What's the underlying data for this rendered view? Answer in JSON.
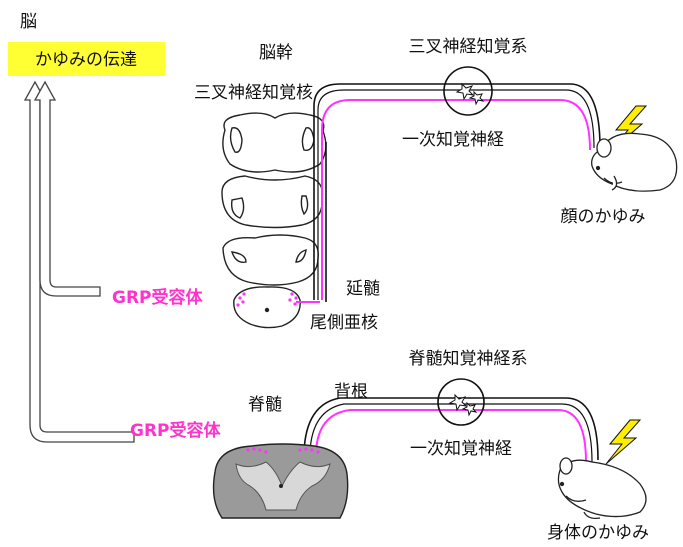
{
  "brain": {
    "label": "脳",
    "banner": "かゆみの伝達",
    "banner_color": "#ffff33"
  },
  "brainstem": {
    "label": "脳幹",
    "nucleus": "三叉神経知覚核",
    "medulla": "延髄",
    "spinal_trigeminal": "尾側亜核",
    "receptor": "GRP受容体"
  },
  "trigeminal": {
    "system": "三叉神経知覚系",
    "primary_neuron": "一次知覚神経",
    "itch": "顔のかゆみ"
  },
  "spinal": {
    "label": "脊髄",
    "dorsal_root": "背根",
    "system": "脊髄知覚神経系",
    "primary_neuron": "一次知覚神経",
    "receptor": "GRP受容体",
    "itch": "身体のかゆみ"
  },
  "colors": {
    "pathway": "#ff33ff",
    "receptor_text": "#ff33cc",
    "lightning": "#ffee00",
    "gray_matter": "#9a9a9a"
  },
  "icons": [
    "up-arrow-icon",
    "lightning-icon",
    "mouse-icon",
    "ganglion-icon"
  ]
}
